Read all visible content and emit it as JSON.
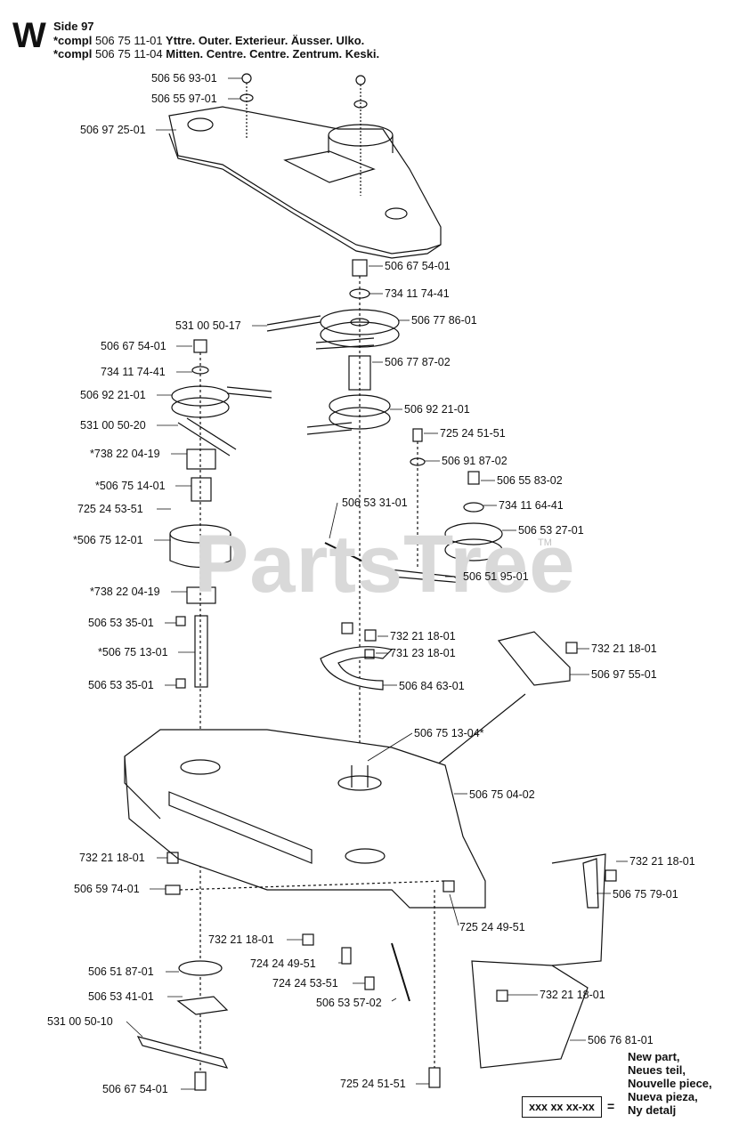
{
  "header": {
    "section_letter": "W",
    "page_label": "Side 97",
    "lines": [
      {
        "prefix": "*compl",
        "number": "506 75 11-01",
        "text": "Yttre. Outer. Exterieur. Äusser. Ulko."
      },
      {
        "prefix": "*compl",
        "number": "506 75 11-04",
        "text": "Mitten. Centre. Centre. Zentrum. Keski."
      }
    ]
  },
  "watermark": {
    "text": "PartsTree",
    "tm": "TM"
  },
  "parts": {
    "p1": "506 56 93-01",
    "p2": "506 55 97-01",
    "p3": "506 97 25-01",
    "p4": "506 67 54-01",
    "p5": "734 11 74-41",
    "p6": "531 00 50-17",
    "p7": "506 77 86-01",
    "p8": "506 67 54-01",
    "p9": "506 77 87-02",
    "p10": "734 11 74-41",
    "p11": "506 92 21-01",
    "p12": "506 92 21-01",
    "p13": "531 00 50-20",
    "p14": "725 24 51-51",
    "p15": "*738 22 04-19",
    "p16": "506 91 87-02",
    "p17": "*506 75 14-01",
    "p18": "506 55 83-02",
    "p19": "506 53 31-01",
    "p20": "725 24 53-51",
    "p21": "734 11 64-41",
    "p22": "506 53 27-01",
    "p23": "*506 75 12-01",
    "p24": "506 51 95-01",
    "p25": "*738 22 04-19",
    "p26": "506 53 35-01",
    "p27": "732 21 18-01",
    "p28": "731 23 18-01",
    "p29": "732 21 18-01",
    "p30": "*506 75 13-01",
    "p31": "506 97 55-01",
    "p32": "506 53 35-01",
    "p33": "506 84 63-01",
    "p34": "506 75 13-04*",
    "p35": "506 75 04-02",
    "p36": "732 21 18-01",
    "p37": "732 21 18-01",
    "p38": "506 59 74-01",
    "p39": "506 75 79-01",
    "p40": "725 24 49-51",
    "p41": "732 21 18-01",
    "p42": "724 24 49-51",
    "p43": "732 21 18-01",
    "p44": "506 51 87-01",
    "p45": "724 24 53-51",
    "p46": "506 53 41-01",
    "p47": "506 53 57-02",
    "p48": "531 00 50-10",
    "p49": "506 76 81-01",
    "p50": "506 67 54-01",
    "p51": "725 24 51-51"
  },
  "legend": {
    "box": "xxx xx xx-xx",
    "equals": "=",
    "lines": [
      "New part,",
      "Neues teil,",
      "Nouvelle piece,",
      "Nueva pieza,",
      "Ny detalj"
    ]
  }
}
